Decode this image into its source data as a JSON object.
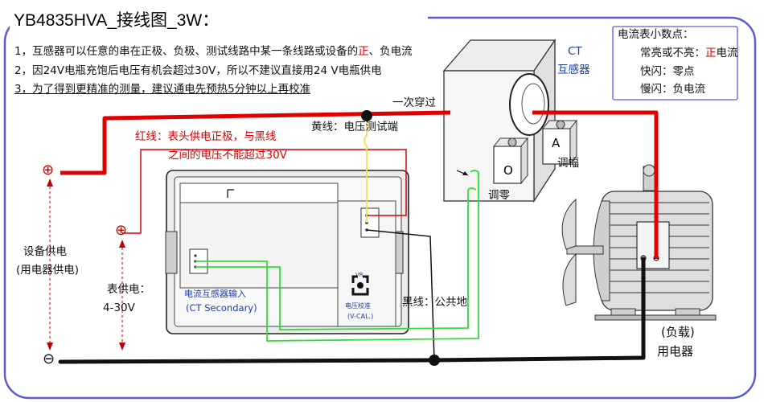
{
  "title": "YB4835HVA_接线图_3W：",
  "notes": [
    {
      "prefix": "1，互感器可以任意的串在正极、负极、测试线路中某一条线路或设备的",
      "highlight": "正",
      "suffix": "、负电流"
    },
    {
      "prefix": "2，因24V电瓶充饱后电压有机会超过30V，所以不建议直接用24 V电瓶供电",
      "highlight": "",
      "suffix": ""
    },
    {
      "prefix": "3，为了得到更精准的测量，建议通电先预热5分钟以上再校准",
      "highlight": "",
      "suffix": ""
    }
  ],
  "legend": {
    "title": "电流表小数点：",
    "items": [
      {
        "prefix": "常亮或不亮：",
        "highlight": "正",
        "suffix": "电流"
      },
      {
        "prefix": "快闪：零点",
        "highlight": "",
        "suffix": ""
      },
      {
        "prefix": "慢闪：负电流",
        "highlight": "",
        "suffix": ""
      }
    ]
  },
  "ct": {
    "label": "CT",
    "sub_label": "互感器",
    "primary_pass": "一次穿过",
    "knob_zero_letter": "O",
    "knob_span_letter": "A",
    "zero_adjust": "调零",
    "span_adjust": "调幅"
  },
  "wires": {
    "yellow_label": "黄线：电压测试端",
    "red_label_line1": "红线：表头供电正极，与黑线",
    "red_label_line2": "之间的电压不能超过30V",
    "black_label": "黑线：公共地"
  },
  "meter": {
    "ct_input_cn": "电流互感器输入",
    "ct_input_en": "(CT Secondary)",
    "vr_label": "VR",
    "vcal_cn": "电压校准",
    "vcal_en": "(V-CAL.)"
  },
  "supply": {
    "device_supply_line1": "设备供电",
    "device_supply_line2": "(用电器供电)",
    "meter_supply_line1": "表供电：",
    "meter_supply_line2": "4-30V",
    "plus_symbol": "⊕",
    "minus_symbol": "⊖"
  },
  "load": {
    "line1": "(负载)",
    "line2": "用电器"
  },
  "colors": {
    "red_wire": "#e00000",
    "black_wire": "#111111",
    "yellow_wire": "#f2e24a",
    "green_wire": "#33dd33",
    "frame_border": "#5b5bd6",
    "label_blue": "#1a3ea8"
  }
}
